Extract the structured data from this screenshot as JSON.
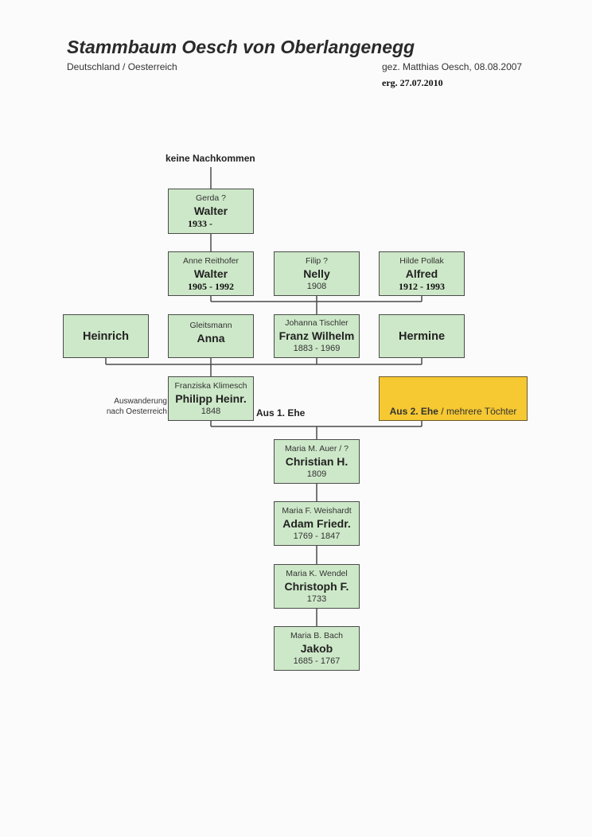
{
  "header": {
    "title": "Stammbaum Oesch von Oberlangenegg",
    "subtitle": "Deutschland / Oesterreich",
    "drawn_by": "gez. Matthias Oesch, 08.08.2007",
    "extended": "erg. 27.07.2010"
  },
  "notes": {
    "no_descendants": "keine Nachkommen",
    "emigration": "Auswanderung nach Oesterreich",
    "first_marriage": "Aus 1. Ehe"
  },
  "second_marriage": {
    "bold": "Aus 2. Ehe",
    "rest": " / mehrere Töchter"
  },
  "persons": {
    "walter_1933": {
      "spouse": "Gerda ?",
      "name": "Walter",
      "years": "1933 -"
    },
    "walter_1905": {
      "spouse": "Anne Reithofer",
      "name": "Walter",
      "years": "1905 - 1992"
    },
    "nelly": {
      "spouse": "Filip ?",
      "name": "Nelly",
      "years": "1908"
    },
    "alfred": {
      "spouse": "Hilde Pollak",
      "name": "Alfred",
      "years": "1912 - 1993"
    },
    "heinrich": {
      "name": "Heinrich"
    },
    "anna": {
      "spouse": "Gleitsmann",
      "name": "Anna"
    },
    "franz": {
      "spouse": "Johanna Tischler",
      "name": "Franz Wilhelm",
      "years": "1883 - 1969"
    },
    "hermine": {
      "name": "Hermine"
    },
    "philipp": {
      "spouse": "Franziska Klimesch",
      "name": "Philipp Heinr.",
      "years": "1848"
    },
    "christian": {
      "spouse": "Maria M. Auer / ?",
      "name": "Christian H.",
      "years": "1809"
    },
    "adam": {
      "spouse": "Maria F. Weishardt",
      "name": "Adam Friedr.",
      "years": "1769 - 1847"
    },
    "christoph": {
      "spouse": "Maria K. Wendel",
      "name": "Christoph F.",
      "years": "1733"
    },
    "jakob": {
      "spouse": "Maria B. Bach",
      "name": "Jakob",
      "years": "1685 - 1767"
    }
  },
  "colors": {
    "box_fill": "#cde8c8",
    "highlight_fill": "#f6c832",
    "line": "#4b4b4b"
  }
}
